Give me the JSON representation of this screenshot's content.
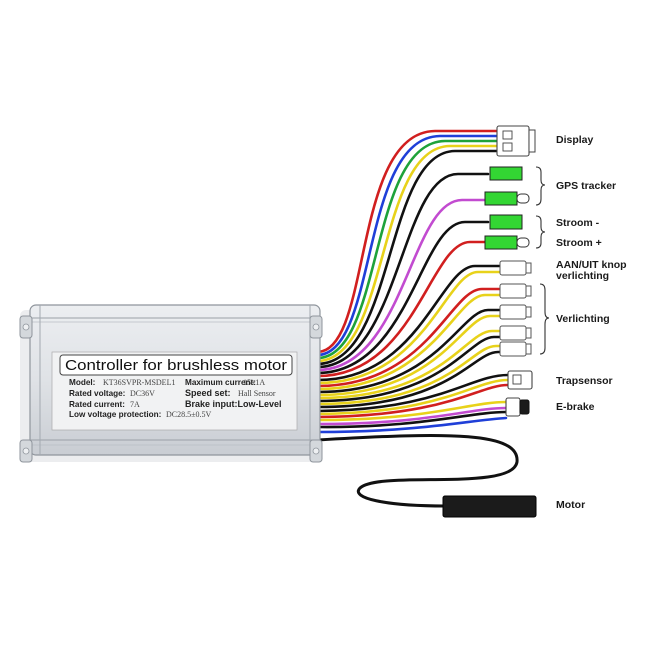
{
  "controller": {
    "title": "Controller for brushless motor",
    "specs": {
      "model_label": "Model:",
      "model_value": "KT36SVPR-MSDEL1",
      "rated_voltage_label": "Rated voltage:",
      "rated_voltage_value": "DC36V",
      "rated_current_label": "Rated current:",
      "rated_current_value": "7A",
      "low_voltage_label": "Low voltage protection:",
      "low_voltage_value": "DC28.5±0.5V",
      "max_current_label": "Maximum current:",
      "max_current_value": "15±1A",
      "speed_set_label": "Speed set:",
      "speed_set_value": "Hall Sensor",
      "brake_input_label": "Brake input:Low-Level"
    }
  },
  "connectors": {
    "display": "Display",
    "gps_tracker": "GPS tracker",
    "stroom_min": "Stroom -",
    "stroom_plus": "Stroom +",
    "aan_uit_line1": "AAN/UIT knop",
    "aan_uit_line2": "verlichting",
    "verlichting": "Verlichting",
    "trapsensor": "Trapsensor",
    "e_brake": "E-brake",
    "motor": "Motor"
  },
  "colors": {
    "green_connector": "#33d633",
    "housing": "#dfe2e6",
    "wire_red": "#d11f1f",
    "wire_blue": "#1f3fd8",
    "wire_green": "#1ea23a",
    "wire_yellow": "#e8d21a",
    "wire_purple": "#c24bd0",
    "wire_black": "#111111"
  }
}
